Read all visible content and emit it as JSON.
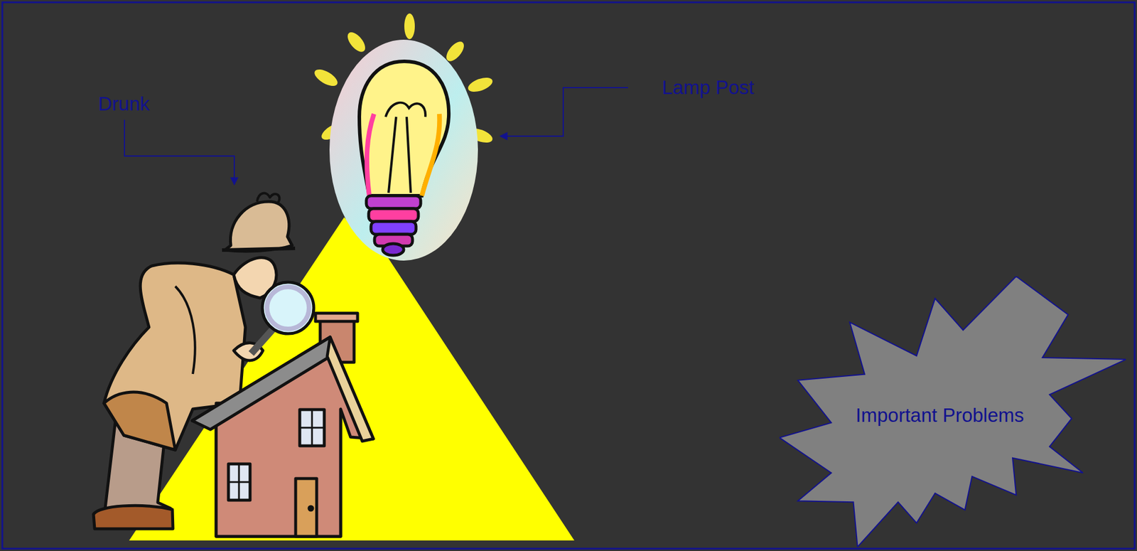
{
  "diagram": {
    "nodes": [
      {
        "text": [
          "Important Problems"
        ]
      }
    ],
    "labels": [
      "Drunk",
      "Lamp Post"
    ]
  }
}
